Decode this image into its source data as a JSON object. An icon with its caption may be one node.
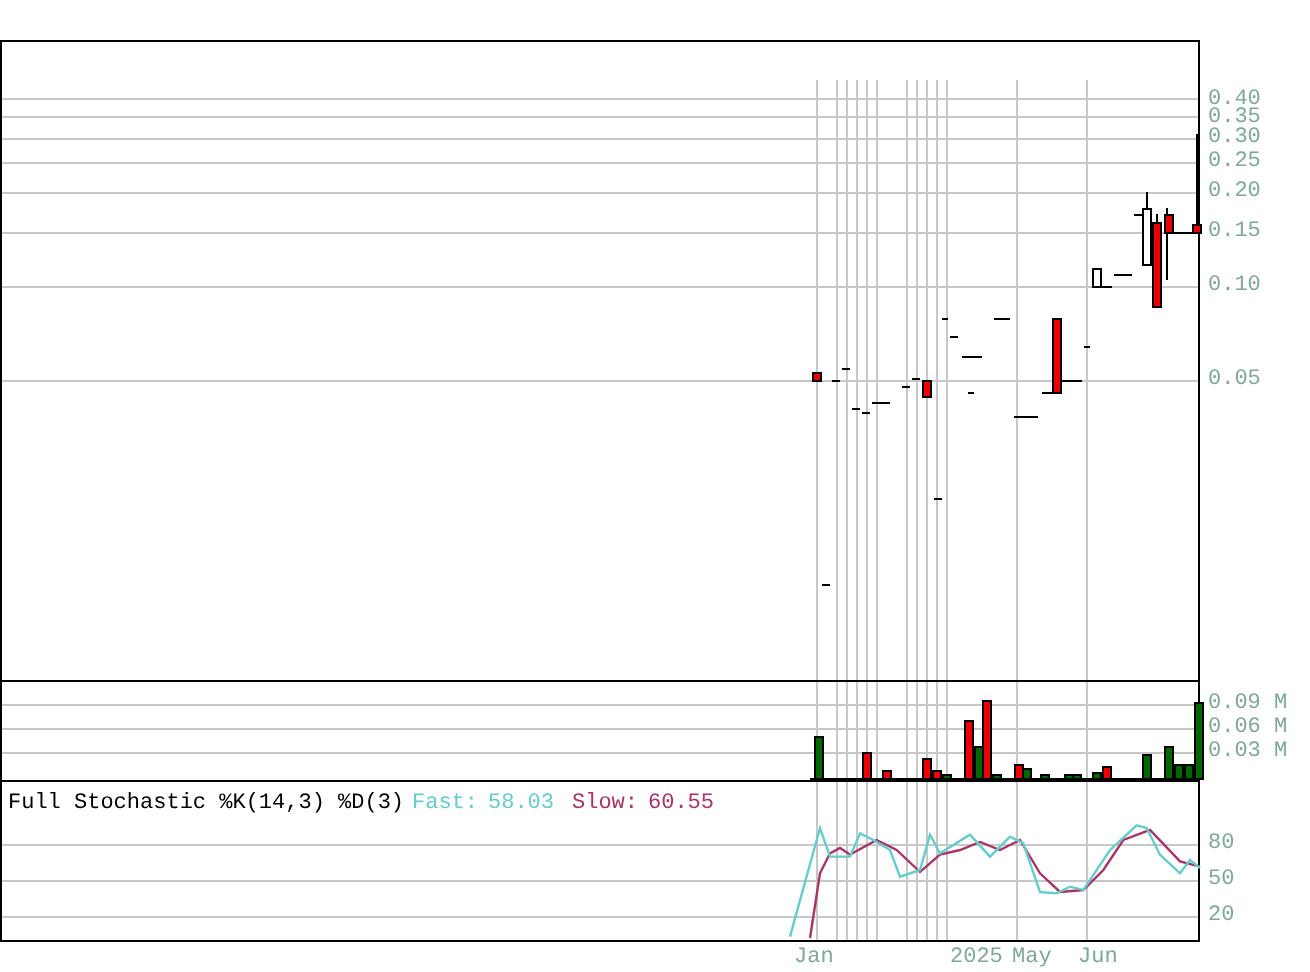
{
  "diagram": {
    "labels": [
      "0.40",
      "0.35",
      "0.30",
      "0.25",
      "0.20",
      "0.15",
      "0.10",
      "0.05",
      "0.09 M",
      "0.06 M",
      "0.03 M",
      "Full Stochastic %K(14,3) %D(3)",
      "Fast:",
      "58.03",
      "Slow:",
      "60.55",
      "80",
      "50",
      "20",
      "Jan",
      "2025",
      "May",
      "Jun"
    ]
  }
}
